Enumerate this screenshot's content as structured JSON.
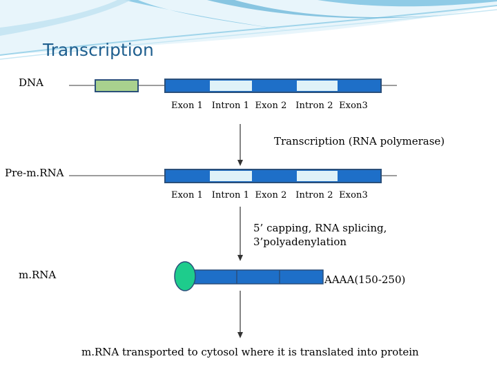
{
  "title": "Transcription",
  "dna": {
    "label": "DNA",
    "segment_labels": "Exon 1   Intron 1  Exon 2   Intron 2  Exon3"
  },
  "step1": {
    "label": "Transcription (RNA polymerase)"
  },
  "pre_mrna": {
    "label": "Pre-m.RNA",
    "segment_labels": "Exon 1   Intron 1  Exon 2   Intron 2  Exon3"
  },
  "step2": {
    "line1": "5’ capping, RNA splicing,",
    "line2": "3’polyadenylation"
  },
  "mrna": {
    "label": "m.RNA",
    "tail_label": "AAAA(150-250)"
  },
  "step3": {
    "label": "m.RNA transported to cytosol where it is translated into protein"
  },
  "colors": {
    "exon": "#1e6fc8",
    "intron": "#dff2f8",
    "promoter": "#a9d18e",
    "cap": "#1ecc8c",
    "title": "#1f5f8f",
    "outline": "#2a4f7a"
  }
}
